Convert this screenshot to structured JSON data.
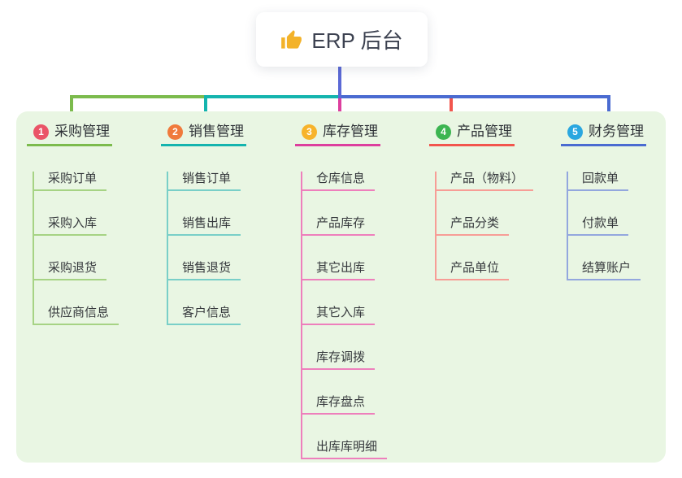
{
  "root": {
    "title": "ERP 后台",
    "icon": "thumbs-up-icon"
  },
  "colors": {
    "panel_bg": "#e9f6e3",
    "root_line": "#5b69d6",
    "card_bg": "#ffffff",
    "text": "#33373d"
  },
  "branches": [
    {
      "number": "1",
      "label": "采购管理",
      "badge": "#ea5467",
      "line": "#7cbb4d",
      "light": "#a6d384",
      "items": [
        "采购订单",
        "采购入库",
        "采购退货",
        "供应商信息"
      ]
    },
    {
      "number": "2",
      "label": "销售管理",
      "badge": "#f07a3c",
      "line": "#14b4ae",
      "light": "#79cfc8",
      "items": [
        "销售订单",
        "销售出库",
        "销售退货",
        "客户信息"
      ]
    },
    {
      "number": "3",
      "label": "库存管理",
      "badge": "#f7b32b",
      "line": "#dd3f9e",
      "light": "#ee7fbc",
      "items": [
        "仓库信息",
        "产品库存",
        "其它出库",
        "其它入库",
        "库存调拨",
        "库存盘点",
        "出库库明细"
      ]
    },
    {
      "number": "4",
      "label": "产品管理",
      "badge": "#3cb551",
      "line": "#f2554d",
      "light": "#f79d96",
      "items": [
        "产品（物料）",
        "产品分类",
        "产品单位"
      ]
    },
    {
      "number": "5",
      "label": "财务管理",
      "badge": "#2aa7e0",
      "line": "#4a6bd1",
      "light": "#93a7de",
      "items": [
        "回款单",
        "付款单",
        "结算账户"
      ]
    }
  ]
}
